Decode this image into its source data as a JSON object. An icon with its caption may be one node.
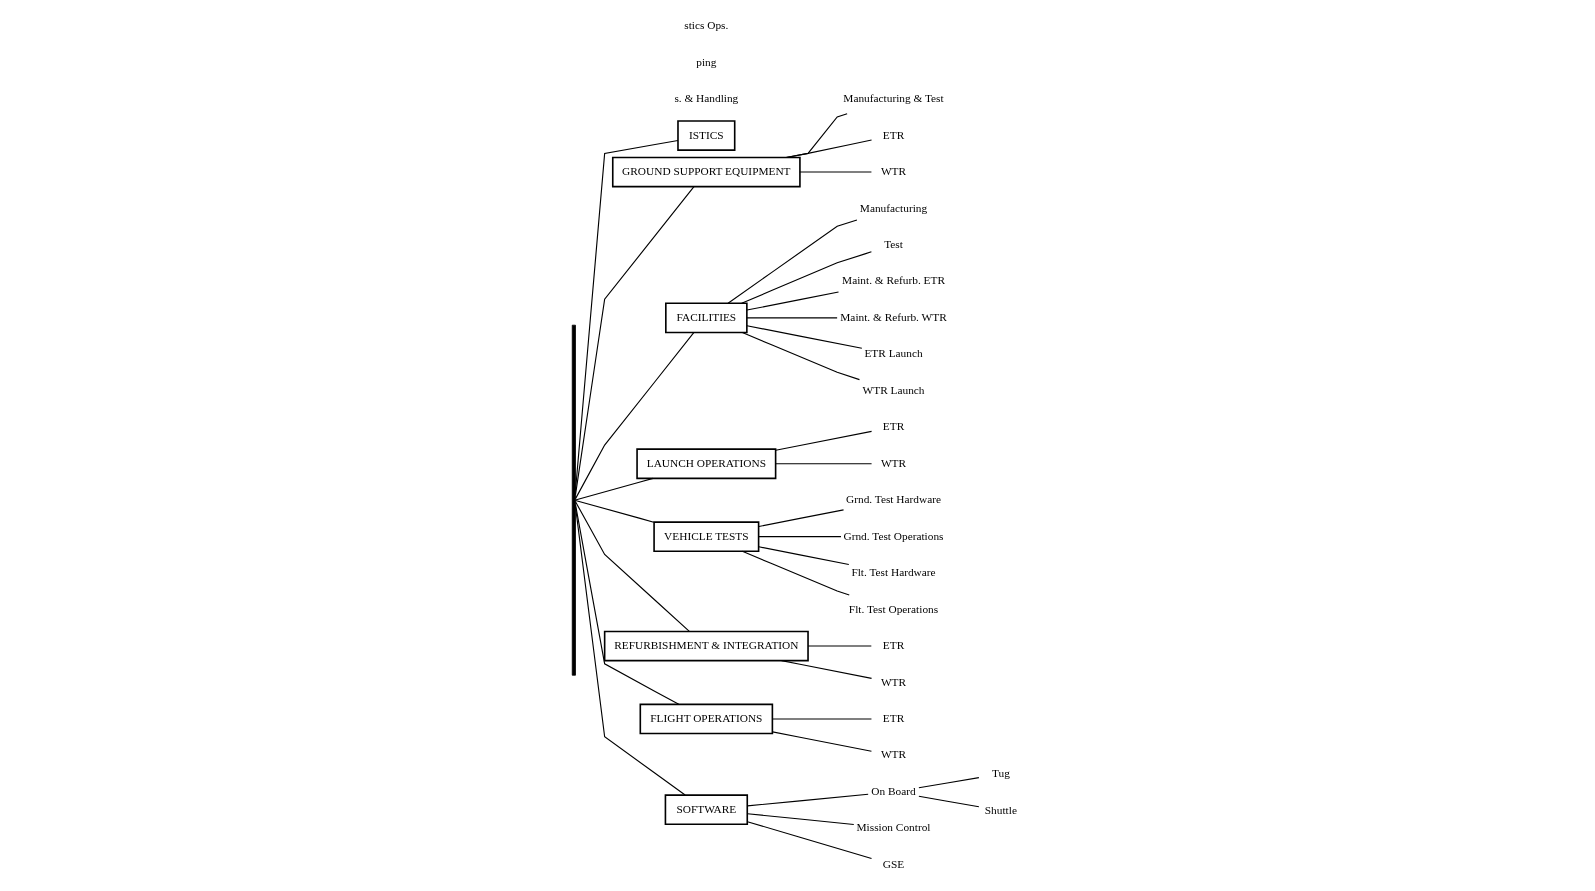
{
  "diagram": {
    "nodes": [
      {
        "text": [
          "ISTICS"
        ],
        "beside": [
          "s. & Handling",
          "ping",
          "stics Ops."
        ]
      },
      {
        "text": [
          "GROUND SUPPORT EQUIPMENT"
        ]
      },
      {
        "text": [
          "Manufacturing & Test"
        ]
      },
      {
        "text": [
          "ETR"
        ]
      },
      {
        "text": [
          "WTR"
        ]
      },
      {
        "text": [
          "FACILITIES"
        ]
      },
      {
        "text": [
          "Manufacturing"
        ]
      },
      {
        "text": [
          "Test"
        ]
      },
      {
        "text": [
          "Maint. & Refurb. ETR"
        ]
      },
      {
        "text": [
          "Maint. & Refurb. WTR"
        ]
      },
      {
        "text": [
          "ETR Launch"
        ]
      },
      {
        "text": [
          "WTR Launch"
        ]
      },
      {
        "text": [
          "LAUNCH OPERATIONS"
        ]
      },
      {
        "text": [
          "ETR"
        ]
      },
      {
        "text": [
          "WTR"
        ]
      },
      {
        "text": [
          "VEHICLE TESTS"
        ]
      },
      {
        "text": [
          "Grnd. Test Hardware"
        ]
      },
      {
        "text": [
          "Grnd. Test Operations"
        ]
      },
      {
        "text": [
          "Flt. Test Hardware"
        ]
      },
      {
        "text": [
          "Flt. Test Operations"
        ]
      },
      {
        "text": [
          "REFURBISHMENT & INTEGRATION"
        ]
      },
      {
        "text": [
          "ETR"
        ]
      },
      {
        "text": [
          "WTR"
        ]
      },
      {
        "text": [
          "FLIGHT OPERATIONS"
        ]
      },
      {
        "text": [
          "ETR"
        ]
      },
      {
        "text": [
          "WTR"
        ]
      },
      {
        "text": [
          "SOFTWARE"
        ]
      },
      {
        "text": [
          "On Board"
        ]
      },
      {
        "text": [
          "Tug"
        ]
      },
      {
        "text": [
          "Shuttle"
        ]
      },
      {
        "text": [
          "Mission Control"
        ]
      },
      {
        "text": [
          "GSE"
        ]
      },
      {
        "text": [],
        "shape": "bar"
      }
    ],
    "edges": [
      {
        "from": 32,
        "to": 0,
        "arrow": "none"
      },
      {
        "from": 32,
        "to": 1,
        "arrow": "none"
      },
      {
        "from": 32,
        "to": 5,
        "arrow": "none"
      },
      {
        "from": 32,
        "to": 12,
        "arrow": "none"
      },
      {
        "from": 32,
        "to": 15,
        "arrow": "none"
      },
      {
        "from": 32,
        "to": 20,
        "arrow": "none"
      },
      {
        "from": 32,
        "to": 23,
        "arrow": "none"
      },
      {
        "from": 32,
        "to": 26,
        "arrow": "none"
      },
      {
        "from": 1,
        "to": 2,
        "arrow": "none"
      },
      {
        "from": 1,
        "to": 3,
        "arrow": "none"
      },
      {
        "from": 1,
        "to": 4,
        "arrow": "none"
      },
      {
        "from": 5,
        "to": 6,
        "arrow": "none"
      },
      {
        "from": 5,
        "to": 7,
        "arrow": "none"
      },
      {
        "from": 5,
        "to": 8,
        "arrow": "none"
      },
      {
        "from": 5,
        "to": 9,
        "arrow": "none"
      },
      {
        "from": 5,
        "to": 10,
        "arrow": "none"
      },
      {
        "from": 5,
        "to": 11,
        "arrow": "none"
      },
      {
        "from": 12,
        "to": 13,
        "arrow": "none"
      },
      {
        "from": 12,
        "to": 14,
        "arrow": "none"
      },
      {
        "from": 15,
        "to": 16,
        "arrow": "none"
      },
      {
        "from": 15,
        "to": 17,
        "arrow": "none"
      },
      {
        "from": 15,
        "to": 18,
        "arrow": "none"
      },
      {
        "from": 15,
        "to": 19,
        "arrow": "none"
      },
      {
        "from": 20,
        "to": 21,
        "arrow": "none"
      },
      {
        "from": 20,
        "to": 22,
        "arrow": "none"
      },
      {
        "from": 23,
        "to": 24,
        "arrow": "none"
      },
      {
        "from": 23,
        "to": 25,
        "arrow": "none"
      },
      {
        "from": 26,
        "to": 27,
        "arrow": "none"
      },
      {
        "from": 27,
        "to": 28,
        "arrow": "none"
      },
      {
        "from": 27,
        "to": 29,
        "arrow": "none"
      },
      {
        "from": 26,
        "to": 30,
        "arrow": "none"
      },
      {
        "from": 26,
        "to": 31,
        "arrow": "none"
      }
    ]
  }
}
